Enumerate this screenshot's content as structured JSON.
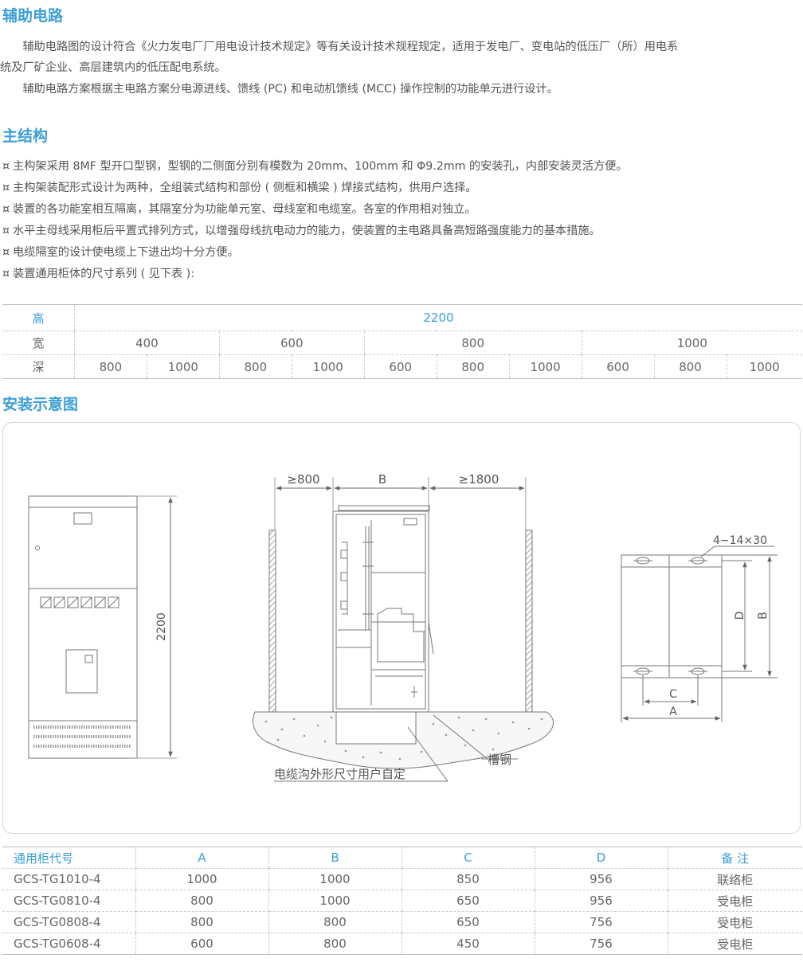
{
  "sections": {
    "aux": {
      "title": "辅助电路",
      "p1_line1": "　　辅助电路图的设计符合《火力发电厂厂用电设计技术规定》等有关设计技术规程规定，适用于发电厂、变电站的低压厂（所）用电系",
      "p1_line2": "统及厂矿企业、高层建筑内的低压配电系统。",
      "p2": "　　辅助电路方案根据主电路方案分电源进线、馈线 (PC) 和电动机馈线 (MCC) 操作控制的功能单元进行设计。"
    },
    "main": {
      "title": "主结构",
      "bullet_symbol": "¤",
      "bullets": [
        "主构架采用 8MF 型开口型钢，型钢的二侧面分别有模数为 20mm、100mm 和 Φ9.2mm 的安装孔，内部安装灵活方便。",
        "主构架装配形式设计为两种，全组装式结构和部份 ( 侧框和横梁 ) 焊接式结构，供用户选择。",
        "装置的各功能室相互隔离，其隔室分为功能单元室、母线室和电缆室。各室的作用相对独立。",
        "水平主母线采用柜后平置式排列方式，以增强母线抗电动力的能力，使装置的主电路具备高短路强度能力的基本措施。",
        "电缆隔室的设计使电缆上下进出均十分方便。",
        "装置通用柜体的尺寸系列 ( 见下表 ):"
      ]
    },
    "install": {
      "title": "安装示意图"
    }
  },
  "dims_table": {
    "height_label": "高",
    "height_value": "2200",
    "width_label": "宽",
    "widths": [
      "400",
      "600",
      "800",
      "1000"
    ],
    "depth_label": "深",
    "depths": [
      "800",
      "1000",
      "800",
      "1000",
      "600",
      "800",
      "1000",
      "600",
      "800",
      "1000"
    ]
  },
  "diagram": {
    "front_height": "2200",
    "clear_left": "≥800",
    "clear_b": "B",
    "clear_right": "≥1800",
    "steel_label": "槽钢",
    "trench_label": "电缆沟外形尺寸用户自定",
    "holes_label": "4−14×30",
    "dim_d": "D",
    "dim_b": "B",
    "dim_c": "C",
    "dim_a": "A"
  },
  "codes_table": {
    "headers": [
      "通用柜代号",
      "A",
      "B",
      "C",
      "D",
      "备  注"
    ],
    "rows": [
      [
        "GCS-TG1010-4",
        "1000",
        "1000",
        "850",
        "956",
        "联络柜"
      ],
      [
        "GCS-TG0810-4",
        "800",
        "1000",
        "650",
        "956",
        "受电柜"
      ],
      [
        "GCS-TG0808-4",
        "800",
        "800",
        "650",
        "756",
        "受电柜"
      ],
      [
        "GCS-TG0608-4",
        "600",
        "800",
        "450",
        "756",
        "受电柜"
      ]
    ]
  },
  "colors": {
    "accent": "#3c9fd4",
    "text": "#555555",
    "line": "#666666"
  }
}
